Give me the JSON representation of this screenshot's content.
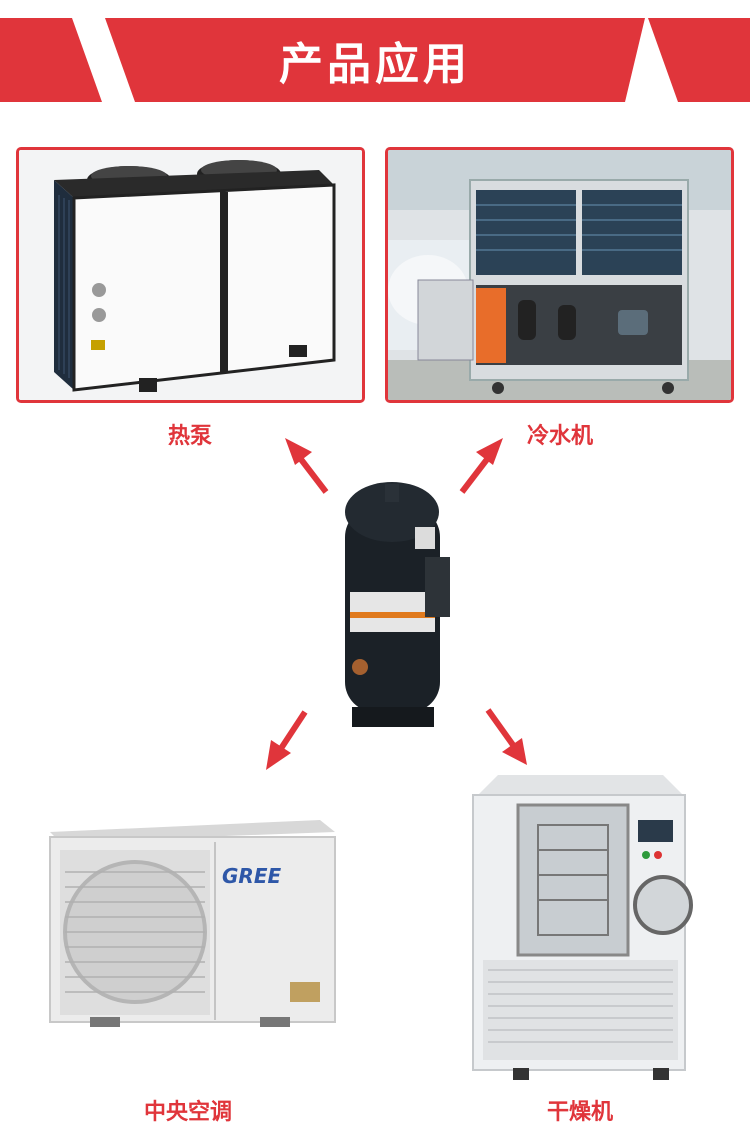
{
  "banner": {
    "title": "产品应用",
    "color": "#e0353b"
  },
  "products": [
    {
      "label": "热泵",
      "icon": "heat-pump-image"
    },
    {
      "label": "冷水机",
      "icon": "water-chiller-image"
    },
    {
      "label": "中央空调",
      "icon": "air-conditioner-image"
    },
    {
      "label": "干燥机",
      "icon": "freeze-dryer-image"
    }
  ],
  "center": {
    "icon": "scroll-compressor-image"
  },
  "ac_brand": "GREE"
}
